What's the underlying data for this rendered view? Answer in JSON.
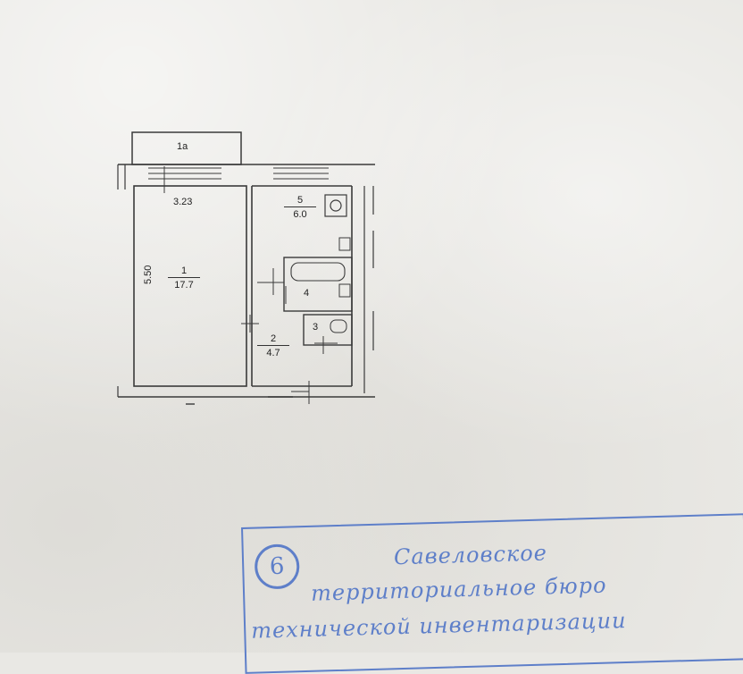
{
  "plan": {
    "rooms": [
      {
        "id": "balcony",
        "number": "1а",
        "area": "3.23"
      },
      {
        "id": "room-1",
        "number": "1",
        "area": "17.7",
        "dimension": "5.50"
      },
      {
        "id": "room-2",
        "number": "2",
        "area": "4.7"
      },
      {
        "id": "room-3",
        "number": "3"
      },
      {
        "id": "room-4",
        "number": "4"
      },
      {
        "id": "room-5",
        "number": "5",
        "area": "6.0"
      }
    ]
  },
  "stamp": {
    "number": "6",
    "lines": [
      "Савеловское",
      "территориальное бюро",
      "технической инвентаризации"
    ]
  }
}
